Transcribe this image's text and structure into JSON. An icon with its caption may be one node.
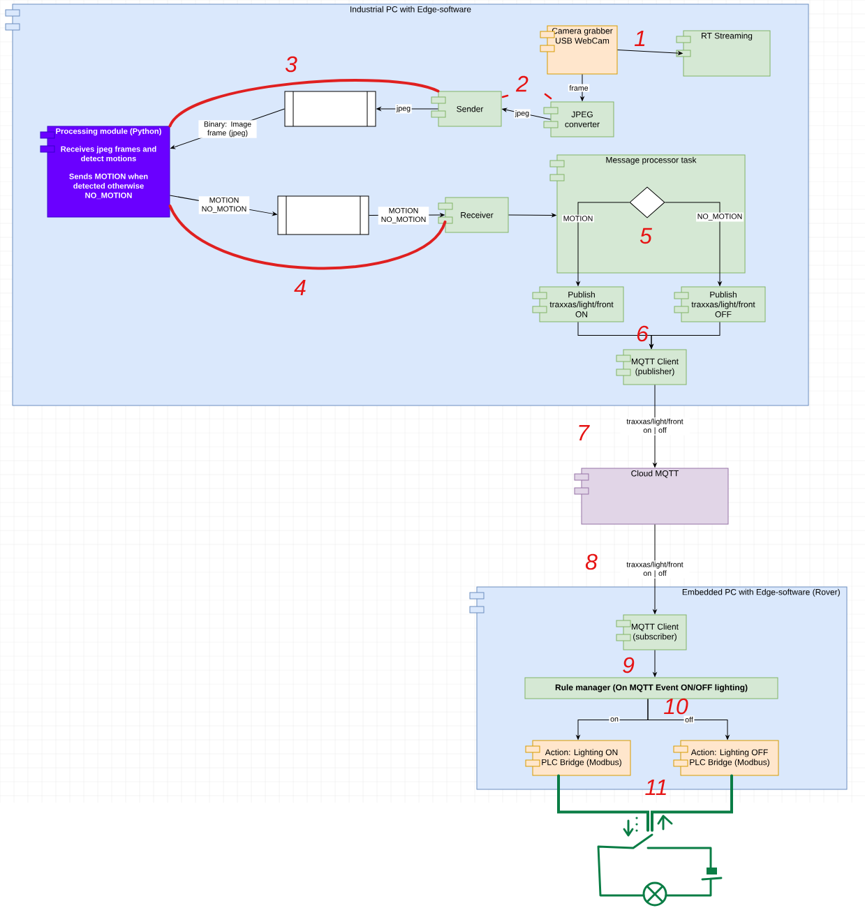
{
  "diagram": {
    "nodes": [
      {
        "text": [
          "Industrial PC with Edge-software"
        ]
      },
      {
        "text": [
          "Camera grabber USB WebCam"
        ],
        "in": 0
      },
      {
        "text": [
          "RT Streaming"
        ],
        "in": 0
      },
      {
        "text": [],
        "shape": "box",
        "in": 0
      },
      {
        "text": [
          "Sender"
        ],
        "in": 0
      },
      {
        "text": [
          "JPEG converter"
        ],
        "in": 0
      },
      {
        "text": [
          "Processing module (Python)",
          "Receives jpeg frames and detect motions",
          "Sends MOTION when detected otherwise NO_MOTION"
        ],
        "in": 0
      },
      {
        "text": [
          "Message processor task"
        ],
        "in": 0
      },
      {
        "text": [],
        "shape": "diamond",
        "in": 7
      },
      {
        "text": [],
        "shape": "box",
        "in": 0
      },
      {
        "text": [
          "Receiver"
        ],
        "in": 0
      },
      {
        "text": [
          "Publish traxxas/light/front ON"
        ],
        "in": 0
      },
      {
        "text": [
          "Publish traxxas/light/front OFF"
        ],
        "in": 0
      },
      {
        "text": [
          "MQTT Client (publisher)"
        ],
        "in": 0
      },
      {
        "text": [
          "Cloud MQTT"
        ]
      },
      {
        "text": [
          "Embedded PC with Edge-software (Rover)"
        ]
      },
      {
        "text": [
          "MQTT Client (subscriber)"
        ],
        "in": 15
      },
      {
        "text": [
          "Rule manager (On MQTT Event ON/OFF lighting)"
        ],
        "in": 15
      },
      {
        "text": [
          "Action: Lighting ON PLC Bridge (Modbus)"
        ],
        "in": 15
      },
      {
        "text": [
          "Action: Lighting OFF PLC Bridge (Modbus)"
        ],
        "in": 15
      },
      {
        "text": [],
        "shape": "picture"
      }
    ],
    "edges": [
      {
        "from": 1,
        "to": 2,
        "arrow": "to"
      },
      {
        "from": 1,
        "to": 5,
        "arrow": "to",
        "label": "frame"
      },
      {
        "from": 5,
        "to": 4,
        "arrow": "to",
        "label": "jpeg"
      },
      {
        "from": 4,
        "to": 3,
        "arrow": "to",
        "label": "jpeg"
      },
      {
        "from": 3,
        "to": 6,
        "arrow": "to",
        "label": "Binary: Image frame (jpeg)"
      },
      {
        "from": 6,
        "to": 9,
        "arrow": "to",
        "label": "MOTION NO_MOTION"
      },
      {
        "from": 9,
        "to": 10,
        "arrow": "to",
        "label": "MOTION NO_MOTION"
      },
      {
        "from": 10,
        "to": 7,
        "arrow": "to"
      },
      {
        "from": 8,
        "to": 11,
        "arrow": "to",
        "label": "MOTION"
      },
      {
        "from": 8,
        "to": 12,
        "arrow": "to",
        "label": "NO_MOTION"
      },
      {
        "from": 11,
        "to": 13,
        "arrow": "to"
      },
      {
        "from": 12,
        "to": 13,
        "arrow": "to"
      },
      {
        "from": 13,
        "to": 14,
        "arrow": "to",
        "label": "traxxas/light/front on | off"
      },
      {
        "from": 14,
        "to": 16,
        "arrow": "to",
        "label": "traxxas/light/front on | off"
      },
      {
        "from": 16,
        "to": 17,
        "arrow": "to"
      },
      {
        "from": 17,
        "to": 18,
        "arrow": "to",
        "label": "on"
      },
      {
        "from": 17,
        "to": 19,
        "arrow": "to",
        "label": "off"
      },
      {
        "from": 6,
        "to": 4,
        "arrow": "none",
        "style": "thick",
        "color": "#e02020"
      },
      {
        "from": 6,
        "to": 10,
        "arrow": "none",
        "style": "thick",
        "color": "#e02020"
      },
      {
        "from": 18,
        "to": 20,
        "arrow": "none",
        "style": "thick",
        "color": "#0a7d45"
      },
      {
        "from": 19,
        "to": 20,
        "arrow": "none",
        "style": "thick",
        "color": "#0a7d45"
      }
    ],
    "labels": [
      "1",
      "2",
      "3",
      "4",
      "5",
      "6",
      "7",
      "8",
      "9",
      "10",
      "11"
    ]
  }
}
